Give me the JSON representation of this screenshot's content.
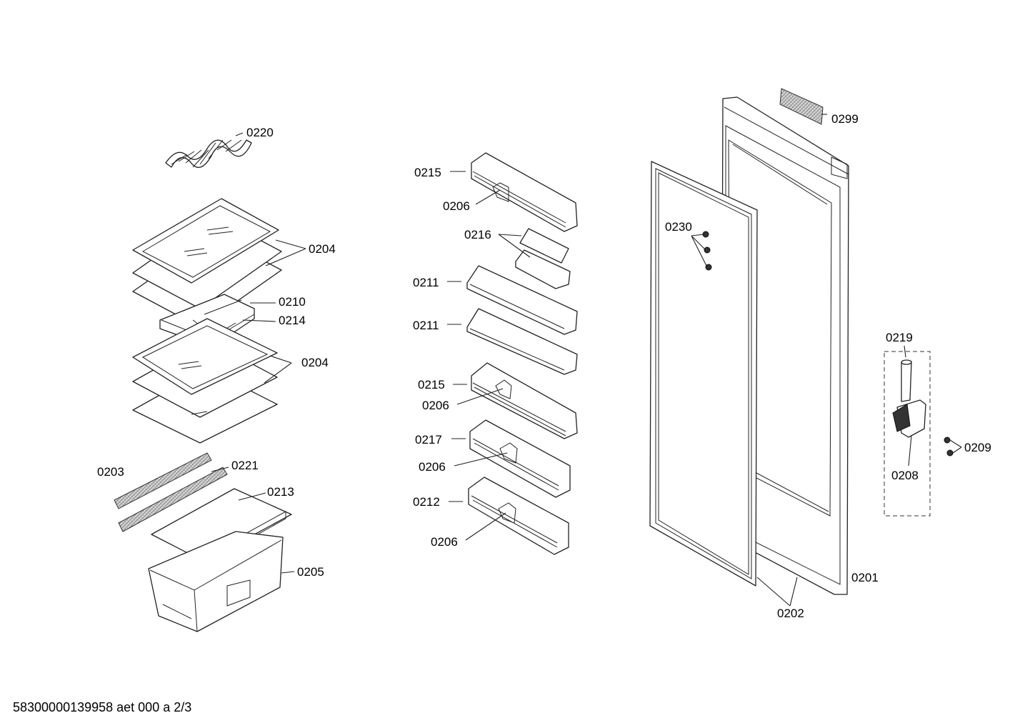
{
  "labels": {
    "l0220": "0220",
    "l0204a": "0204",
    "l0210": "0210",
    "l0214": "0214",
    "l0204b": "0204",
    "l0203": "0203",
    "l0221": "0221",
    "l0213": "0213",
    "l0205": "0205",
    "l0215a": "0215",
    "l0206a": "0206",
    "l0216": "0216",
    "l0211a": "0211",
    "l0211b": "0211",
    "l0215b": "0215",
    "l0206b": "0206",
    "l0217": "0217",
    "l0206c": "0206",
    "l0212": "0212",
    "l0206d": "0206",
    "l0230": "0230",
    "l0299": "0299",
    "l0201": "0201",
    "l0202": "0202",
    "l0219": "0219",
    "l0208": "0208",
    "l0209": "0209"
  },
  "footer": "58300000139958 aet 000 a 2/3"
}
